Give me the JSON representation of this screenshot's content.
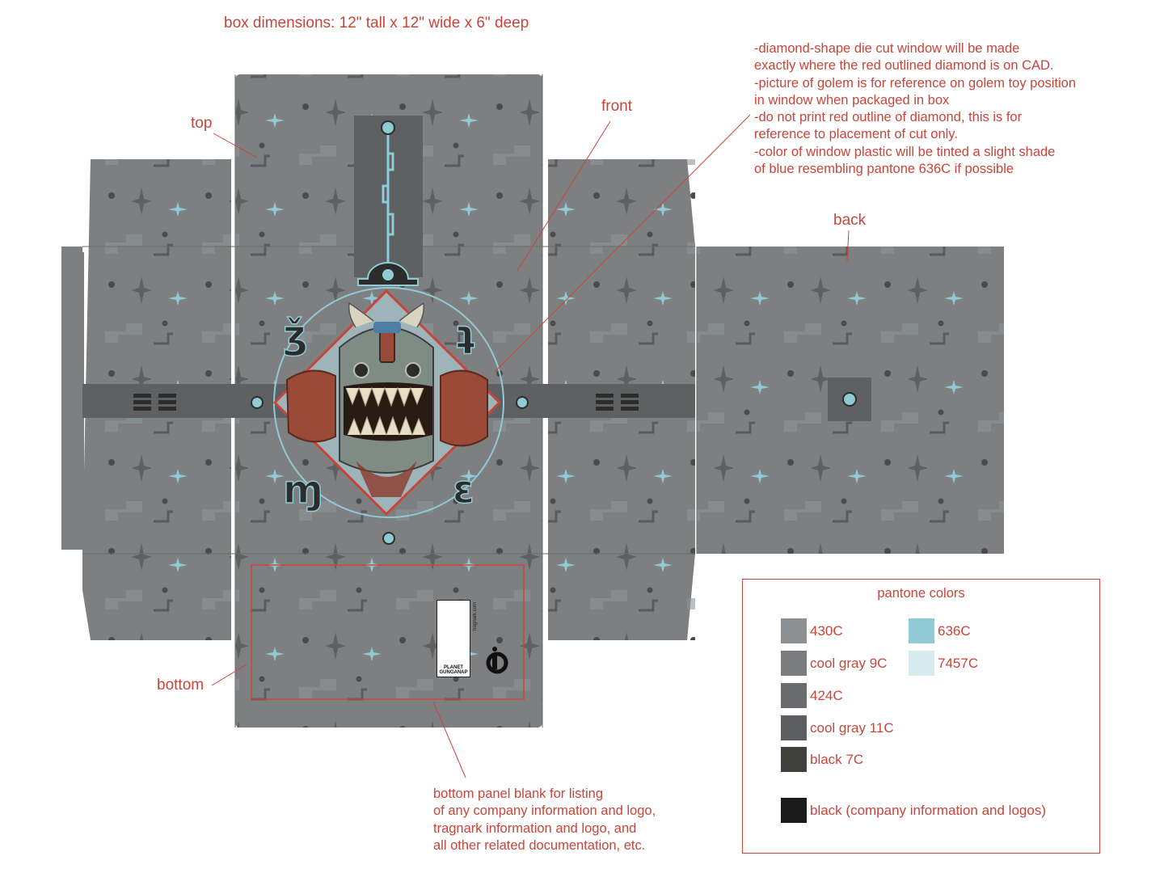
{
  "title": "box dimensions: 12\" tall x 12\" wide x 6\" deep",
  "panel_labels": {
    "top": "top",
    "front": "front",
    "back": "back",
    "bottom": "bottom"
  },
  "window_notes": [
    "-diamond-shape die cut window will be made",
    "exactly where the red outlined diamond is on CAD.",
    "-picture of golem is for reference on golem toy position",
    "in window when packaged in box",
    "-do not print red outline of diamond, this is for",
    "reference to placement of cut only.",
    "-color of window plastic will be tinted a slight shade",
    "of blue resembling pantone 636C if possible"
  ],
  "bottom_notes": [
    "bottom panel blank for listing",
    "of any company information and logo,",
    "tragnark information and logo, and",
    "all other related documentation, etc."
  ],
  "logo": {
    "name_line1": "PLANET",
    "name_line2": "GUNGANAP",
    "url": "tragnark.com"
  },
  "legend": {
    "title": "pantone colors",
    "swatches": [
      {
        "name": "430C",
        "color": "#8c9093"
      },
      {
        "name": "cool gray 9C",
        "color": "#7a7b7d"
      },
      {
        "name": "424C",
        "color": "#6a6b6c"
      },
      {
        "name": "cool gray 11C",
        "color": "#5d5e60"
      },
      {
        "name": "black 7C",
        "color": "#3f3f3b"
      },
      {
        "name": "black (company information and logos)",
        "color": "#1a1a1a"
      },
      {
        "name": "636C",
        "color": "#8fcad6"
      },
      {
        "name": "7457C",
        "color": "#d8ebef"
      }
    ]
  },
  "colors": {
    "annotation": "#c8453a",
    "panel": "#7d7f80",
    "panel_light": "#8e9496",
    "accent_blue": "#8fcad6"
  }
}
